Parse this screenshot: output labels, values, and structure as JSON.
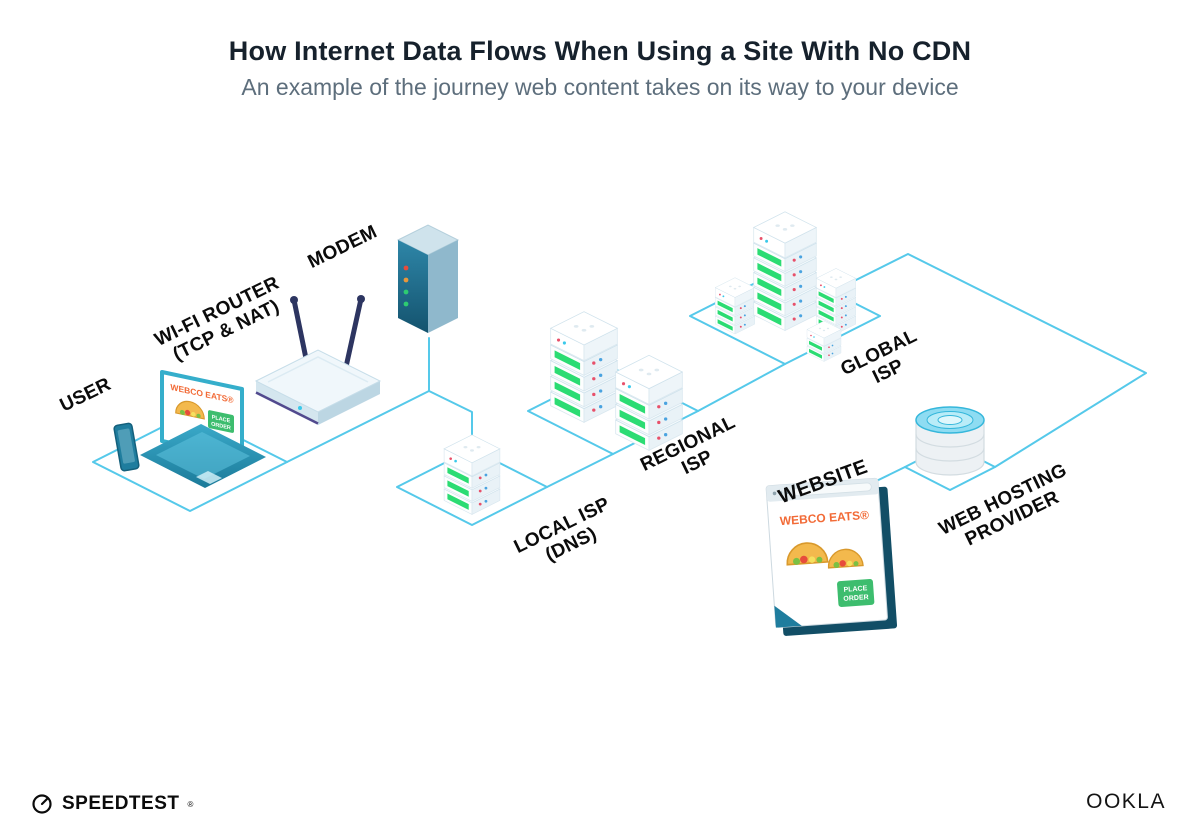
{
  "title": "How Internet Data Flows When Using a Site With No CDN",
  "subtitle": "An example of the journey web content takes on its way to your device",
  "labels": {
    "user": "USER",
    "router_line1": "WI-FI ROUTER",
    "router_line2": "(TCP & NAT)",
    "modem": "MODEM",
    "local_line1": "LOCAL ISP",
    "local_line2": "(DNS)",
    "regional_line1": "REGIONAL",
    "regional_line2": "ISP",
    "global_line1": "GLOBAL",
    "global_line2": "ISP",
    "website": "WEBSITE",
    "hosting_line1": "WEB HOSTING",
    "hosting_line2": "PROVIDER"
  },
  "screens": {
    "laptop_brand": "WEBCO EATS®",
    "laptop_button_line1": "PLACE",
    "laptop_button_line2": "ORDER",
    "website_brand": "WEBCO EATS®",
    "website_button_line1": "PLACE",
    "website_button_line2": "ORDER"
  },
  "footer": {
    "speedtest": "SPEEDTEST",
    "speedtest_reg": "®",
    "ookla": "OOKLA"
  },
  "colors": {
    "line": "#55c9ea",
    "green": "#2bdc73",
    "orange": "#f26a36",
    "teal": "#1f7d9e",
    "dark": "#16212c"
  }
}
